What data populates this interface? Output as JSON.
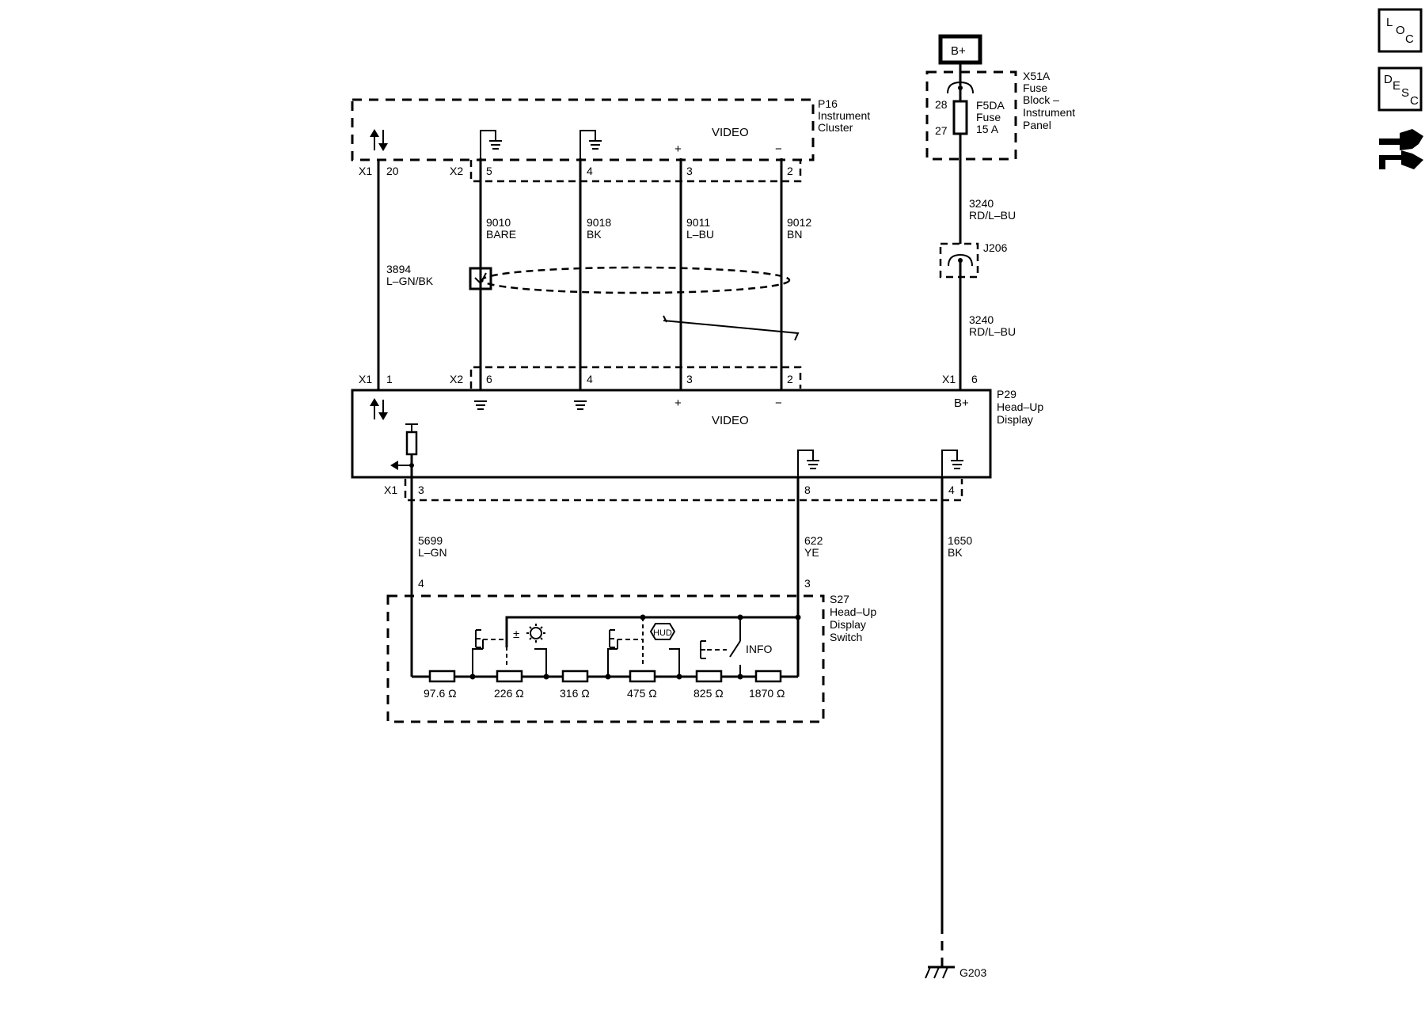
{
  "side_buttons": {
    "loc": [
      "L",
      "O",
      "C"
    ],
    "desc": [
      "D",
      "E",
      "S",
      "C"
    ]
  },
  "p16": {
    "ref": "P16",
    "name_line1": "Instrument",
    "name_line2": "Cluster",
    "video": "VIDEO",
    "plus": "+",
    "minus": "−"
  },
  "x51a": {
    "battery": "B+",
    "ref": "X51A",
    "name_lines": [
      "Fuse",
      "Block –",
      "Instrument",
      "Panel"
    ],
    "pin_in": "28",
    "pin_out": "27",
    "fuse_name": "F5DA",
    "fuse_label": "Fuse",
    "fuse_rating": "15 A"
  },
  "connectors": {
    "x1": "X1",
    "x2": "X2",
    "p16_x1_pin": "20",
    "p16_x2_pins": [
      "5",
      "4",
      "3",
      "2"
    ],
    "p29_x1_top_pin": "1",
    "p29_x2_pins": [
      "6",
      "4",
      "3",
      "2"
    ],
    "p29_x1_b_pin": "6",
    "p29_x1_bottom_pins": [
      "3",
      "8",
      "4"
    ],
    "s27_pins": [
      "4",
      "3"
    ]
  },
  "wires": {
    "w3894": {
      "circuit": "3894",
      "color": "L–GN/BK"
    },
    "w9010": {
      "circuit": "9010",
      "color": "BARE"
    },
    "w9018": {
      "circuit": "9018",
      "color": "BK"
    },
    "w9011": {
      "circuit": "9011",
      "color": "L–BU"
    },
    "w9012": {
      "circuit": "9012",
      "color": "BN"
    },
    "w3240a": {
      "circuit": "3240",
      "color": "RD/L–BU"
    },
    "w3240b": {
      "circuit": "3240",
      "color": "RD/L–BU"
    },
    "w5699": {
      "circuit": "5699",
      "color": "L–GN"
    },
    "w622": {
      "circuit": "622",
      "color": "YE"
    },
    "w1650": {
      "circuit": "1650",
      "color": "BK"
    }
  },
  "splice": {
    "ref": "J206"
  },
  "p29": {
    "ref": "P29",
    "name_line1": "Head–Up",
    "name_line2": "Display",
    "video": "VIDEO",
    "plus": "+",
    "minus": "−",
    "battery": "B+"
  },
  "s27": {
    "ref": "S27",
    "name_lines": [
      "Head–Up",
      "Display",
      "Switch"
    ],
    "info_label": "INFO",
    "hud_icon_text": "HUD",
    "brightness_sign": "±",
    "resistors": [
      "97.6 Ω",
      "226 Ω",
      "316 Ω",
      "475 Ω",
      "825 Ω",
      "1870 Ω"
    ]
  },
  "ground": {
    "ref": "G203"
  }
}
